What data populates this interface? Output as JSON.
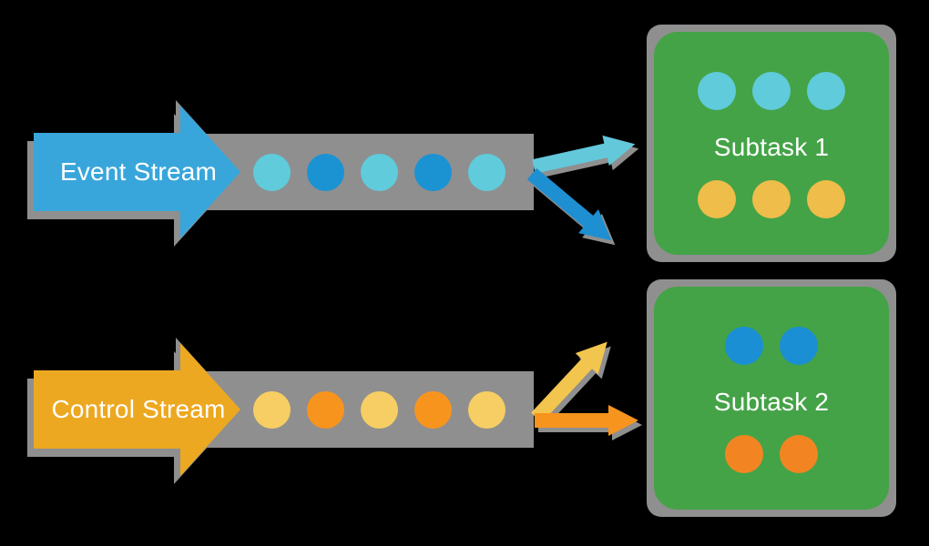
{
  "canvas": {
    "background": "#000000",
    "shadow_gray": "#8F8F8F"
  },
  "event_stream": {
    "label": "Event Stream",
    "arrow_color": "#38A6DB",
    "queue_dots": [
      "#5FCBDB",
      "#1B93D3",
      "#5FCBDB",
      "#1B93D3",
      "#5FCBDB"
    ],
    "exit_arrows": [
      {
        "direction": "up-right",
        "color": "#63C8DA"
      },
      {
        "direction": "down-right",
        "color": "#1E8FD0"
      }
    ]
  },
  "control_stream": {
    "label": "Control Stream",
    "arrow_color": "#EDA821",
    "queue_dots": [
      "#F6CE63",
      "#F7941E",
      "#F6CE63",
      "#F7941E",
      "#F6CE63"
    ],
    "exit_arrows": [
      {
        "direction": "up-right",
        "color": "#F2C54E"
      },
      {
        "direction": "right",
        "color": "#F7941E"
      }
    ]
  },
  "subtasks": [
    {
      "label": "Subtask 1",
      "box_color": "#44A347",
      "top_dots": [
        "#5FCBDB",
        "#5FCBDB",
        "#5FCBDB"
      ],
      "bottom_dots": [
        "#EFBD49",
        "#EFBD49",
        "#EFBD49"
      ]
    },
    {
      "label": "Subtask 2",
      "box_color": "#44A347",
      "top_dots": [
        "#1B8FD3",
        "#1B8FD3"
      ],
      "bottom_dots": [
        "#F28522",
        "#F28522"
      ]
    }
  ]
}
